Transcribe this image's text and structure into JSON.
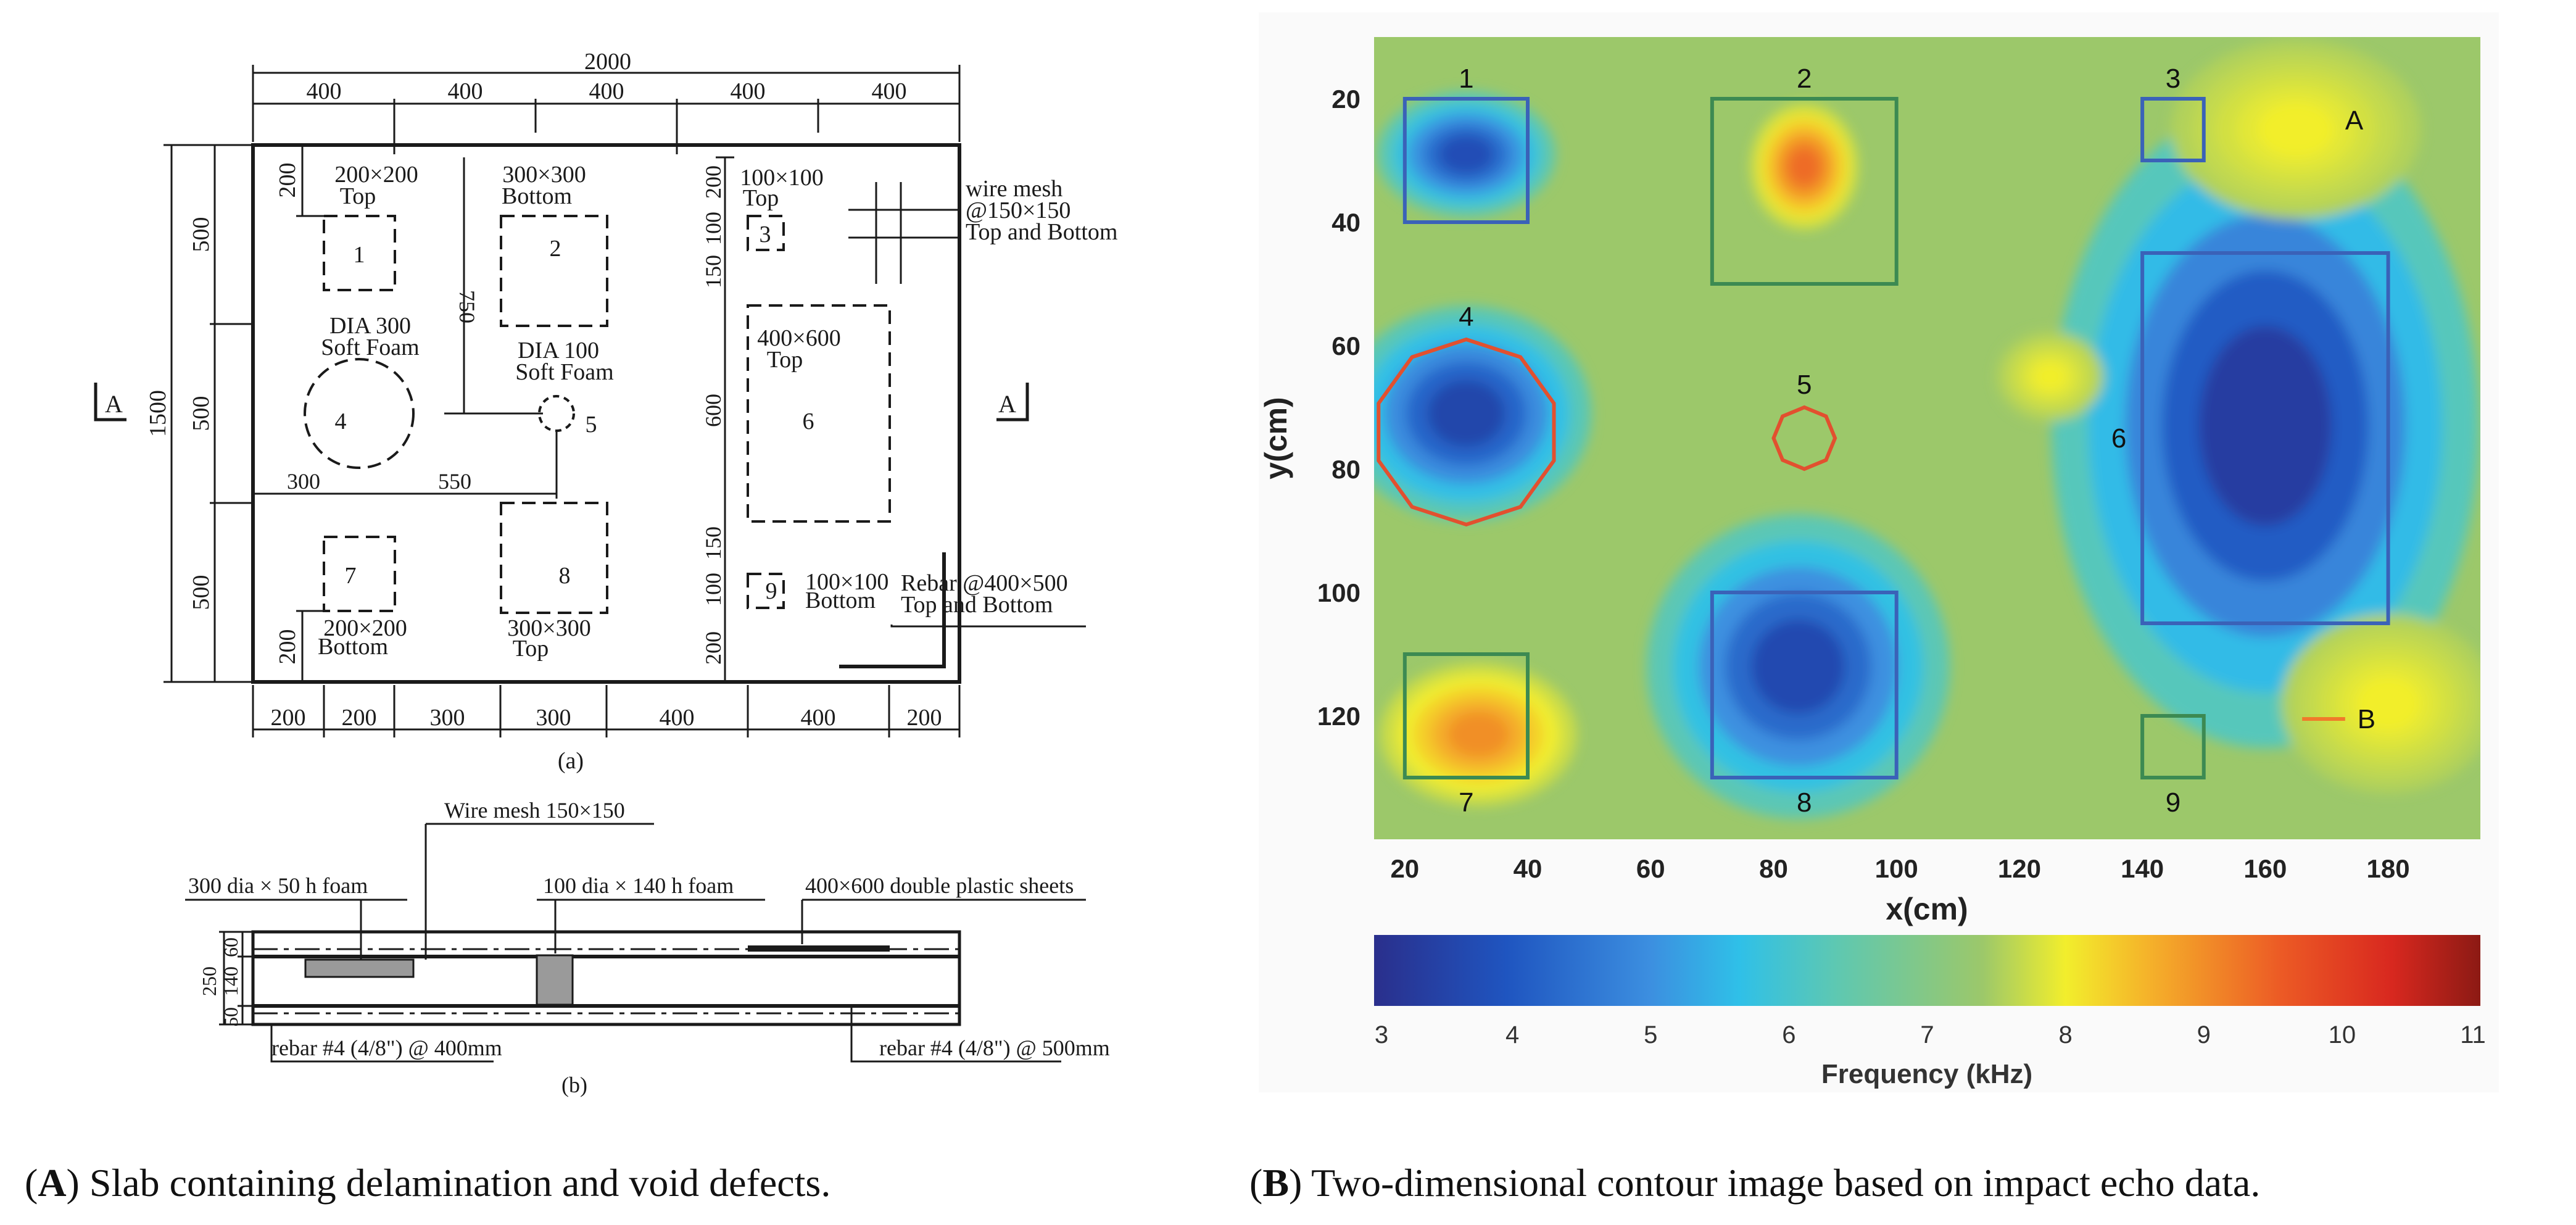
{
  "figure": {
    "caption_a_letter": "A",
    "caption_a_text": "Slab containing delamination and void defects.",
    "caption_b_letter": "B",
    "caption_b_text": "Two-dimensional contour image based on impact echo data."
  },
  "plan": {
    "sublabel": "(a)",
    "section_mark": "A",
    "top_dims": {
      "total": "2000",
      "segments": [
        "400",
        "400",
        "400",
        "400",
        "400"
      ]
    },
    "bottom_dims": [
      "200",
      "200",
      "300",
      "300",
      "400",
      "400",
      "200"
    ],
    "left_dims": {
      "total": "1500",
      "segments": [
        "500",
        "500",
        "500"
      ],
      "top_inner": "200",
      "bottom_inner": "200"
    },
    "mid_dims": {
      "v750": "750",
      "h300": "300",
      "h550": "550"
    },
    "right_col_dims": [
      "200",
      "100",
      "150",
      "600",
      "150",
      "100",
      "200"
    ],
    "defects": [
      {
        "num": "1",
        "label": "200×200",
        "label2": "Top"
      },
      {
        "num": "2",
        "label": "300×300",
        "label2": "Bottom"
      },
      {
        "num": "3",
        "label": "100×100",
        "label2": "Top"
      },
      {
        "num": "4",
        "label": "DIA 300",
        "label2": "Soft Foam"
      },
      {
        "num": "5",
        "label": "DIA 100",
        "label2": "Soft Foam"
      },
      {
        "num": "6",
        "label": "400×600",
        "label2": "Top"
      },
      {
        "num": "7",
        "label": "200×200",
        "label2": "Bottom"
      },
      {
        "num": "8",
        "label": "300×300",
        "label2": "Top"
      },
      {
        "num": "9",
        "label": "100×100",
        "label2": "Bottom"
      }
    ],
    "wire_mesh_note": [
      "wire mesh",
      "@150×150",
      "Top and Bottom"
    ],
    "rebar_note": [
      "Rebar @400×500",
      "Top and Bottom"
    ]
  },
  "section": {
    "sublabel": "(b)",
    "wire_mesh": "Wire mesh 150×150",
    "foam_300": "300 dia × 50 h foam",
    "foam_100": "100 dia × 140 h foam",
    "plastic": "400×600 double plastic sheets",
    "rebar_400": "rebar #4 (4/8\") @ 400mm",
    "rebar_500": "rebar #4 (4/8\") @ 500mm",
    "dim_total": "250",
    "dim_top": "60",
    "dim_mid": "140",
    "dim_bot": "50"
  },
  "chart_data": {
    "type": "heatmap",
    "xlabel": "x(cm)",
    "ylabel": "y(cm)",
    "xlim": [
      15,
      195
    ],
    "ylim": [
      10,
      140
    ],
    "y_inverted": true,
    "xticks": [
      20,
      40,
      60,
      80,
      100,
      120,
      140,
      160,
      180
    ],
    "yticks": [
      20,
      40,
      60,
      80,
      100,
      120
    ],
    "colorbar": {
      "label": "Frequency (kHz)",
      "ticks": [
        3,
        4,
        5,
        6,
        7,
        8,
        9,
        10,
        11
      ],
      "range": [
        3,
        11
      ]
    },
    "background_kHz": 7.2,
    "regions": [
      {
        "name": "1",
        "shape": "rect",
        "x": [
          20,
          40
        ],
        "y": [
          20,
          40
        ],
        "color": "#3a62b8"
      },
      {
        "name": "2",
        "shape": "rect",
        "x": [
          70,
          100
        ],
        "y": [
          20,
          50
        ],
        "color": "#3c8a52"
      },
      {
        "name": "3",
        "shape": "rect",
        "x": [
          140,
          150
        ],
        "y": [
          20,
          30
        ],
        "color": "#3a62b8"
      },
      {
        "name": "4",
        "shape": "circle",
        "cx": 30,
        "cy": 74,
        "r": 15,
        "color": "#e2502f"
      },
      {
        "name": "5",
        "shape": "circle",
        "cx": 85,
        "cy": 75,
        "r": 5,
        "color": "#e2502f"
      },
      {
        "name": "6",
        "shape": "rect",
        "x": [
          140,
          180
        ],
        "y": [
          45,
          105
        ],
        "color": "#3a62b8"
      },
      {
        "name": "7",
        "shape": "rect",
        "x": [
          20,
          40
        ],
        "y": [
          110,
          130
        ],
        "color": "#3c8a52"
      },
      {
        "name": "8",
        "shape": "rect",
        "x": [
          70,
          100
        ],
        "y": [
          100,
          130
        ],
        "color": "#3a62b8"
      },
      {
        "name": "9",
        "shape": "rect",
        "x": [
          140,
          150
        ],
        "y": [
          120,
          130
        ],
        "color": "#3c8a52"
      }
    ],
    "annotations": [
      {
        "text": "A",
        "x": 173,
        "y": 25
      },
      {
        "text": "B",
        "x": 175,
        "y": 122
      }
    ],
    "anomalies": [
      {
        "cx": 30,
        "cy": 29,
        "rx": 10,
        "ry": 7,
        "kHz": 3.8
      },
      {
        "cx": 30,
        "cy": 71,
        "rx": 14,
        "ry": 12,
        "kHz": 3.6
      },
      {
        "cx": 160,
        "cy": 73,
        "rx": 24,
        "ry": 36,
        "kHz": 3.4
      },
      {
        "cx": 84,
        "cy": 112,
        "rx": 17,
        "ry": 17,
        "kHz": 3.7
      },
      {
        "cx": 85,
        "cy": 31,
        "rx": 6,
        "ry": 7,
        "kHz": 9.4
      },
      {
        "cx": 32,
        "cy": 123,
        "rx": 11,
        "ry": 8,
        "kHz": 9.0
      },
      {
        "cx": 165,
        "cy": 25,
        "rx": 14,
        "ry": 10,
        "kHz": 8.0
      },
      {
        "cx": 180,
        "cy": 118,
        "rx": 12,
        "ry": 10,
        "kHz": 8.0
      },
      {
        "cx": 125,
        "cy": 65,
        "rx": 6,
        "ry": 5,
        "kHz": 8.0
      }
    ]
  }
}
